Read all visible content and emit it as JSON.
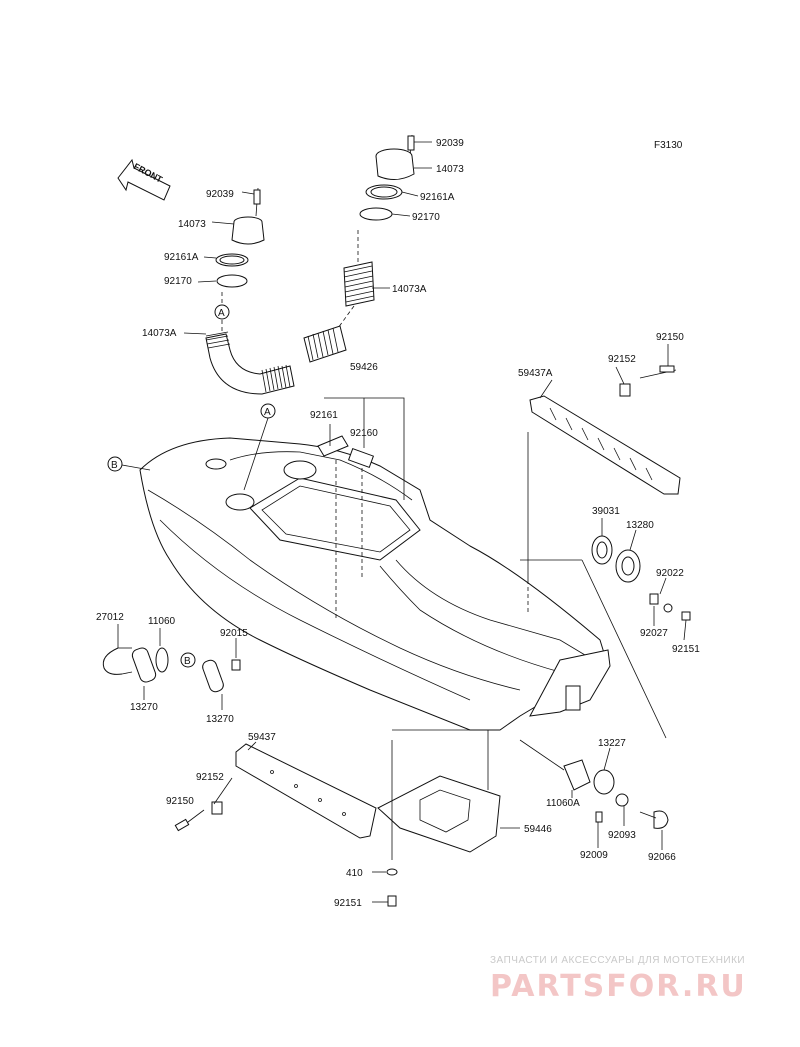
{
  "diagram": {
    "code": "F3130",
    "front_label": "FRONT",
    "callouts": {
      "a": "A",
      "b": "B"
    },
    "labels": {
      "p92039_top": "92039",
      "p14073_top": "14073",
      "p92161a_top": "92161A",
      "p92170_top": "92170",
      "p14073a_right": "14073A",
      "p92039_left": "92039",
      "p14073_left": "14073",
      "p92161a_left": "92161A",
      "p92170_left": "92170",
      "p14073a_left": "14073A",
      "p59426": "59426",
      "p92161": "92161",
      "p92160": "92160",
      "p59437a": "59437A",
      "p92152_r": "92152",
      "p92150_r": "92150",
      "p39031": "39031",
      "p13280": "13280",
      "p92022": "92022",
      "p92027": "92027",
      "p92151_r": "92151",
      "p27012": "27012",
      "p11060": "11060",
      "p92015": "92015",
      "p13270_a": "13270",
      "p13270_b": "13270",
      "p59437": "59437",
      "p92152_l": "92152",
      "p92150_l": "92150",
      "p13227": "13227",
      "p11060a": "11060A",
      "p92093": "92093",
      "p92009": "92009",
      "p92066": "92066",
      "p59446": "59446",
      "p410": "410",
      "p92151_b": "92151"
    }
  },
  "watermark": {
    "tagline": "ЗАПЧАСТИ И АКСЕССУАРЫ ДЛЯ МОТОТЕХНИКИ",
    "logo": "PARTSFOR.RU",
    "color": "#e8a0a0"
  }
}
